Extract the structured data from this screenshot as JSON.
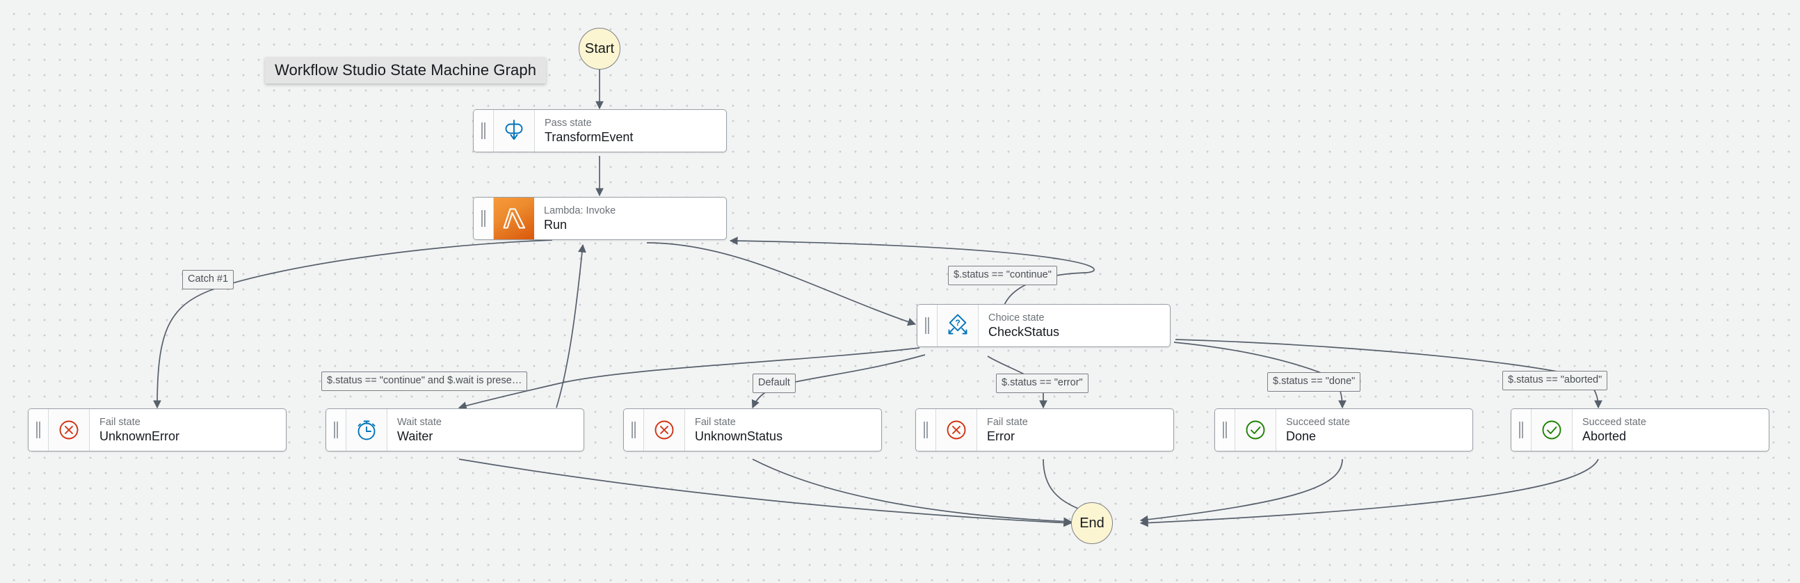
{
  "canvas": {
    "title": "Workflow Studio State Machine Graph",
    "background_color": "#f2f3f3",
    "dot_color": "#c9cdd1"
  },
  "terminals": {
    "start": {
      "label": "Start",
      "fill": "#fcf5d1"
    },
    "end": {
      "label": "End",
      "fill": "#fcf5d1"
    }
  },
  "nodes": [
    {
      "id": "TransformEvent",
      "kind": "Pass state",
      "name": "TransformEvent",
      "icon": "pass-state-icon",
      "accent": "#0073bb"
    },
    {
      "id": "Run",
      "kind": "Lambda: Invoke",
      "name": "Run",
      "icon": "lambda-icon",
      "accent": "#ed8b2f"
    },
    {
      "id": "CheckStatus",
      "kind": "Choice state",
      "name": "CheckStatus",
      "icon": "choice-state-icon",
      "accent": "#0073bb"
    },
    {
      "id": "UnknownError",
      "kind": "Fail state",
      "name": "UnknownError",
      "icon": "fail-state-icon",
      "accent": "#d13212"
    },
    {
      "id": "Waiter",
      "kind": "Wait state",
      "name": "Waiter",
      "icon": "wait-state-icon",
      "accent": "#0073bb"
    },
    {
      "id": "UnknownStatus",
      "kind": "Fail state",
      "name": "UnknownStatus",
      "icon": "fail-state-icon",
      "accent": "#d13212"
    },
    {
      "id": "Error",
      "kind": "Fail state",
      "name": "Error",
      "icon": "fail-state-icon",
      "accent": "#d13212"
    },
    {
      "id": "Done",
      "kind": "Succeed state",
      "name": "Done",
      "icon": "succeed-state-icon",
      "accent": "#1d8102"
    },
    {
      "id": "Aborted",
      "kind": "Succeed state",
      "name": "Aborted",
      "icon": "succeed-state-icon",
      "accent": "#1d8102"
    }
  ],
  "edge_labels": [
    {
      "id": "catch1",
      "text": "Catch #1"
    },
    {
      "id": "continue",
      "text": "$.status == \"continue\""
    },
    {
      "id": "continue_wait",
      "text": "$.status == \"continue\" and $.wait is prese…"
    },
    {
      "id": "default",
      "text": "Default"
    },
    {
      "id": "error",
      "text": "$.status == \"error\""
    },
    {
      "id": "done",
      "text": "$.status == \"done\""
    },
    {
      "id": "aborted",
      "text": "$.status == \"aborted\""
    }
  ]
}
